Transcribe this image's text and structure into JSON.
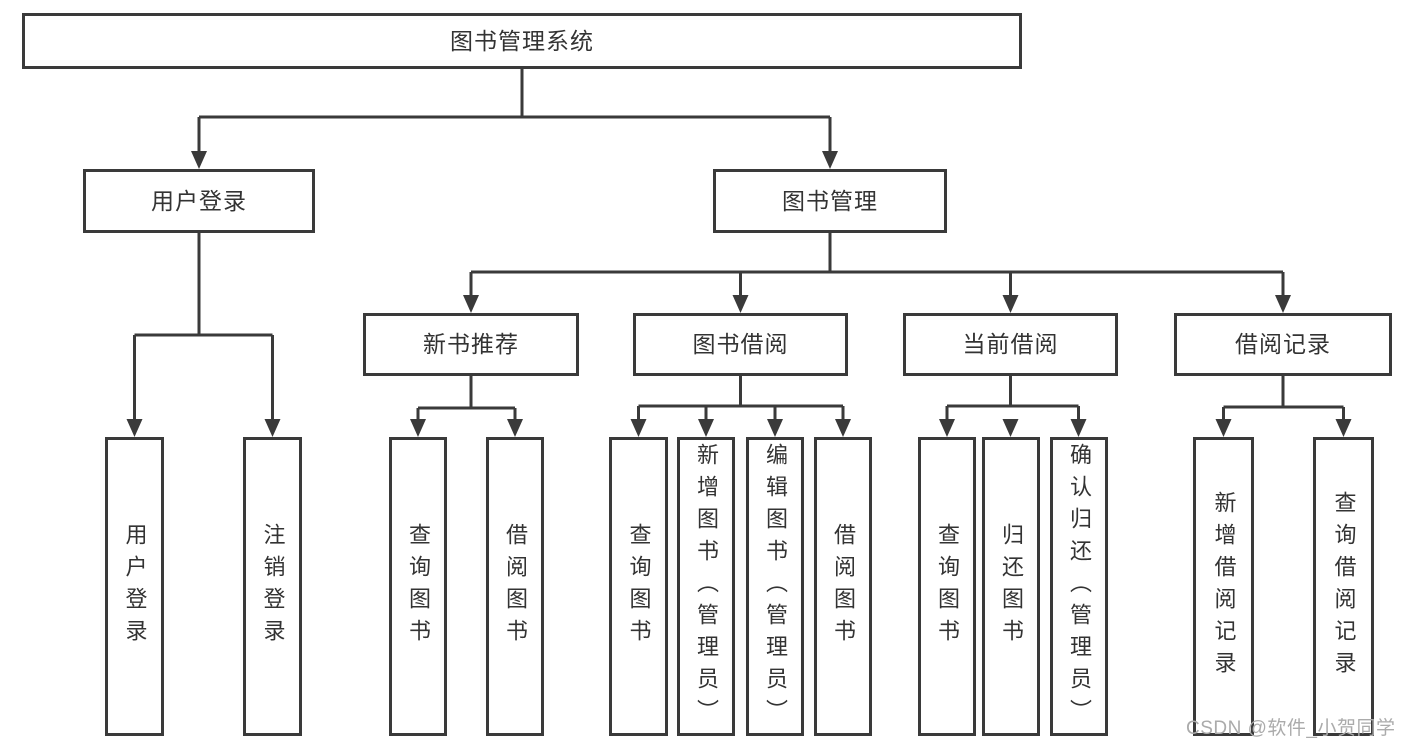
{
  "diagram": {
    "title": "图书管理系统",
    "root": {
      "label": "图书管理系统"
    },
    "level2": [
      {
        "label": "用户登录"
      },
      {
        "label": "图书管理"
      }
    ],
    "level3": [
      {
        "label": "新书推荐"
      },
      {
        "label": "图书借阅"
      },
      {
        "label": "当前借阅"
      },
      {
        "label": "借阅记录"
      }
    ],
    "leaves": {
      "user_login": [
        {
          "label": "用户登录"
        },
        {
          "label": "注销登录"
        }
      ],
      "new_book_recommend": [
        {
          "label": "查询图书"
        },
        {
          "label": "借阅图书"
        }
      ],
      "book_borrow": [
        {
          "label": "查询图书"
        },
        {
          "label": "新增图书（管理员）"
        },
        {
          "label": "编辑图书（管理员）"
        },
        {
          "label": "借阅图书"
        }
      ],
      "current_borrow": [
        {
          "label": "查询图书"
        },
        {
          "label": "归还图书"
        },
        {
          "label": "确认归还（管理员）"
        }
      ],
      "borrow_records": [
        {
          "label": "新增借阅记录"
        },
        {
          "label": "查询借阅记录"
        }
      ]
    }
  },
  "watermark": {
    "text": "CSDN @软件_小贺同学"
  },
  "colors": {
    "line": "#3a3a3a",
    "text": "#333333",
    "watermark": "#ababab",
    "background": "#ffffff"
  }
}
